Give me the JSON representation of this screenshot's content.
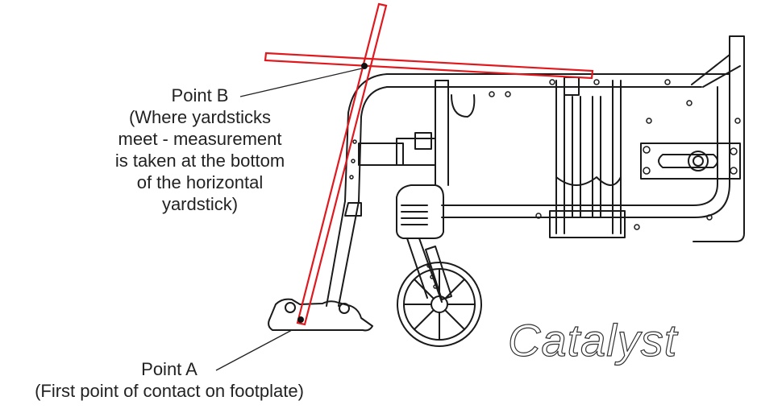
{
  "point_b": {
    "title": "Point B",
    "desc_lines": [
      "(Where yardsticks",
      "meet - measurement",
      "is taken at the bottom",
      "of the horizontal",
      "yardstick)"
    ]
  },
  "point_a": {
    "title": "Point A",
    "desc": "(First point of contact on footplate)"
  },
  "brand": "Catalyst",
  "colors": {
    "yardstick": "#e0191f",
    "frame": "#1a1a1a",
    "text": "#222222"
  }
}
